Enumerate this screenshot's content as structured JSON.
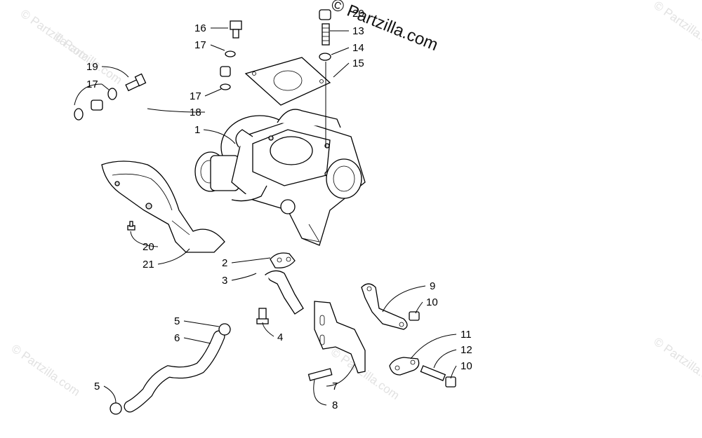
{
  "watermark": "© Partzilla.com",
  "brand": "© Partzilla.com",
  "callouts": {
    "c1": "1",
    "c2": "2",
    "c3": "3",
    "c4": "4",
    "c5a": "5",
    "c5b": "5",
    "c6": "6",
    "c7": "7",
    "c8": "8",
    "c9": "9",
    "c10a": "10",
    "c10b": "10",
    "c11": "11",
    "c12": "12",
    "c13": "13",
    "c14": "14",
    "c15": "15",
    "c16": "16",
    "c17a": "17",
    "c17b": "17",
    "c17c": "17",
    "c18": "18",
    "c19": "19",
    "c20": "20",
    "c21": "21",
    "c22": "20"
  }
}
